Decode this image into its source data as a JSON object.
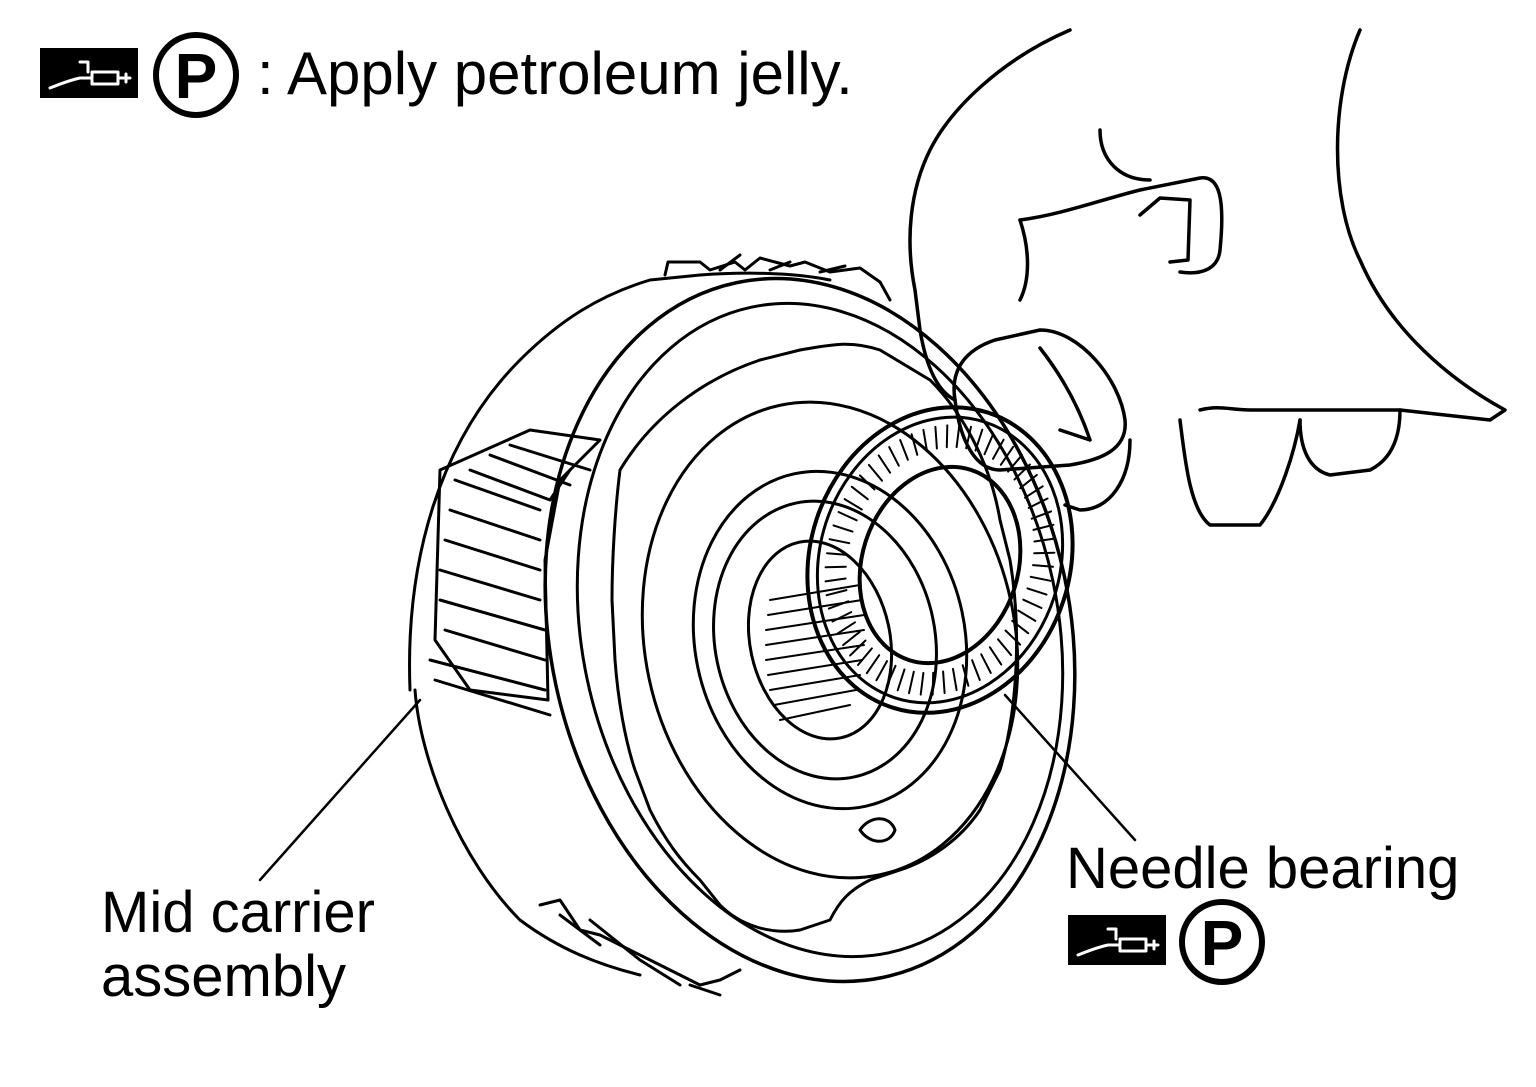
{
  "legend": {
    "text": ": Apply petroleum jelly.",
    "symbol_letter": "P",
    "icon": "grease-gun-icon"
  },
  "labels": {
    "needle_bearing": "Needle bearing",
    "needle_bearing_symbol": "P",
    "mid_carrier_line1": "Mid carrier",
    "mid_carrier_line2": "assembly"
  },
  "colors": {
    "ink": "#000000",
    "paper": "#ffffff"
  }
}
